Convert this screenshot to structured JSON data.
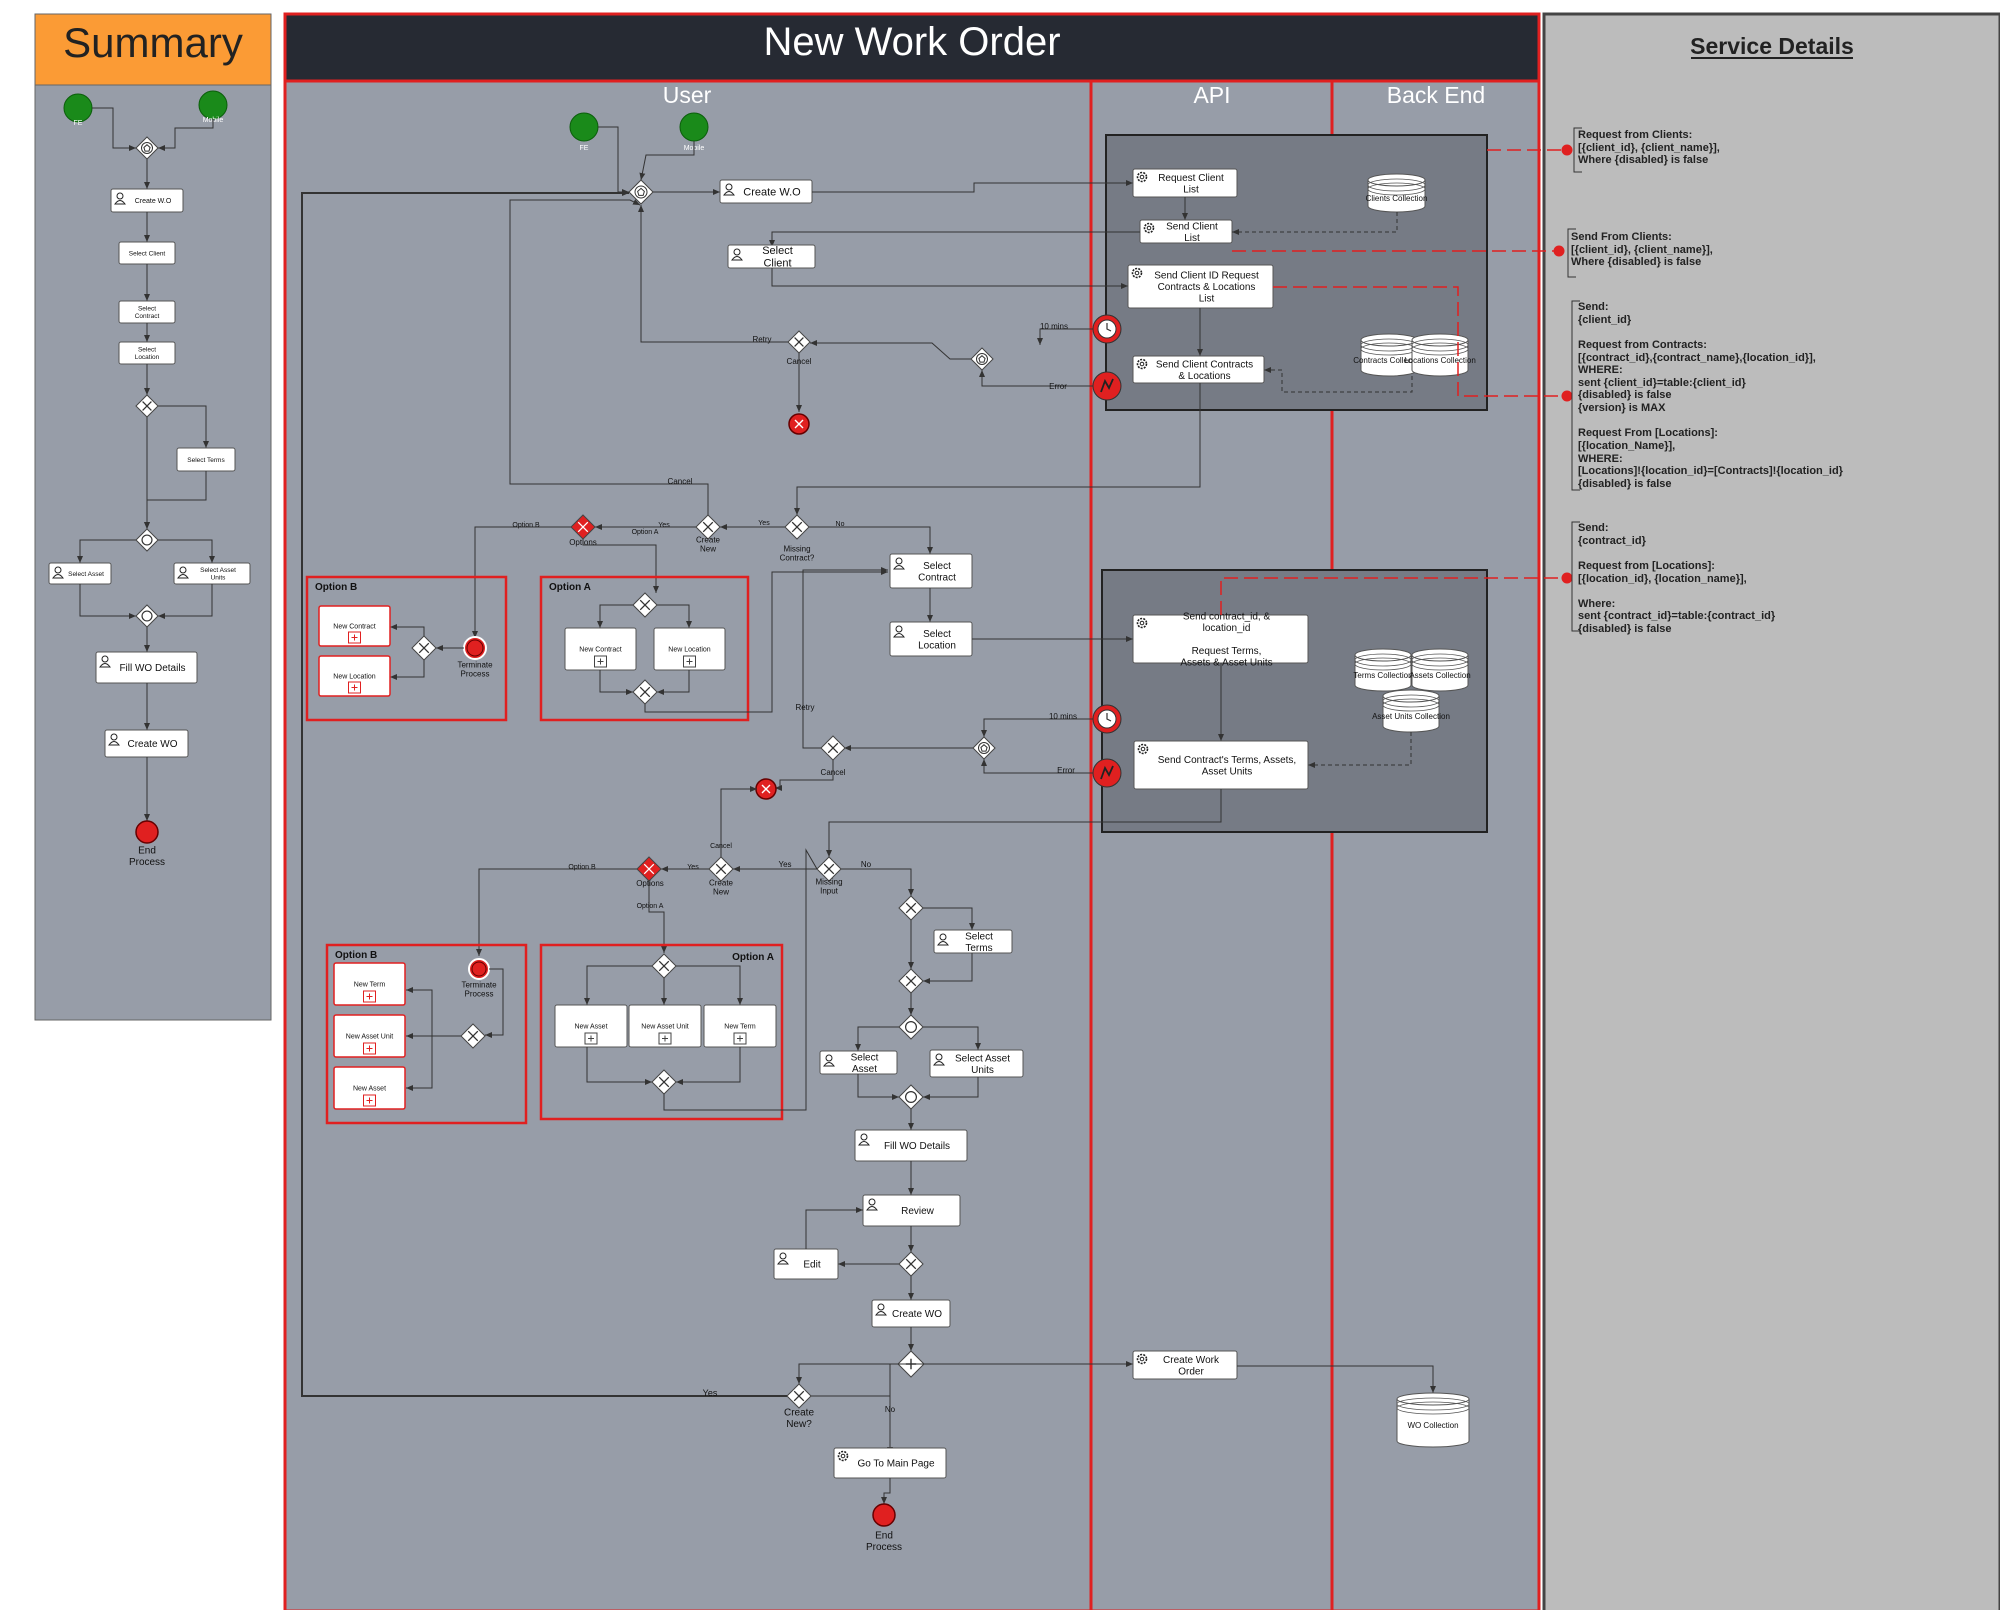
{
  "summary": {
    "title": "Summary",
    "starts": [
      "FE",
      "Mobile"
    ],
    "tasks": [
      "Create W.O",
      "Select Client",
      "Select Contract",
      "Select Location",
      "Select Terms",
      "Select Asset",
      "Select Asset Units",
      "Fill WO Details",
      "Create WO"
    ],
    "end": "End Process"
  },
  "main": {
    "title": "New Work Order",
    "lanes": [
      "User",
      "API",
      "Back End"
    ]
  },
  "user": {
    "starts": [
      "FE",
      "Mobile"
    ],
    "create_wo": "Create W.O",
    "select_client": "Select Client",
    "retry": "Retry",
    "cancel": "Cancel",
    "create_new": "Create New",
    "missing_contract": "Missing Contract?",
    "missing_input": "Missing Input",
    "options": "Options",
    "option_a": "Option A",
    "option_b": "Option B",
    "yes": "Yes",
    "no": "No",
    "terminate": "Terminate Process",
    "new_contract": "New Contract",
    "new_location": "New Location",
    "new_term": "New Term",
    "new_asset_unit": "New Asset Unit",
    "new_asset": "New Asset",
    "select_contract": "Select Contract",
    "select_location": "Select Location",
    "select_terms": "Select Terms",
    "select_asset": "Select Asset",
    "select_asset_units": "Select Asset Units",
    "fill_wo": "Fill WO Details",
    "review": "Review",
    "edit": "Edit",
    "create_wo2": "Create WO",
    "create_new_q": "Create New?",
    "go_main": "Go To Main Page",
    "end": "End Process"
  },
  "api": {
    "request_client": "Request Client List",
    "send_client": "Send Client List",
    "send_client_id": "Send Client ID Request Contracts & Locations List",
    "send_contracts": "Send Client Contracts & Locations",
    "send_contract_id": "Send contract_id, & location_id",
    "request_terms": "Request Terms, Assets & Asset Units",
    "send_terms": "Send Contract's Terms, Assets, Asset Units",
    "create_work_order": "Create Work Order",
    "ten_mins": "10 mins",
    "error": "Error"
  },
  "backend": {
    "clients": "Clients Collection",
    "contracts": "Contracts Collection",
    "locations": "Locations Collection",
    "terms": "Terms Collection",
    "assets": "Assets Collection",
    "asset_units": "Asset Units Collection",
    "wo": "WO Collection"
  },
  "service": {
    "title": "Service Details",
    "notes": [
      "Request from Clients:\n[{client_id}, {client_name}],\n Where {disabled} is false",
      "Send From Clients:\n[{client_id}, {client_name}],\n Where {disabled} is false",
      "Send:\n{client_id}\n\nRequest from Contracts:\n[{contract_id},{contract_name},{location_id}],\nWHERE:\nsent {client_id}=table:{client_id}\n{disabled} is false\n{version} is MAX\n\nRequest From [Locations]:\n[{location_Name}],\nWHERE:\n[Locations]!{location_id}=[Contracts]!{location_id}\n{disabled} is false",
      "Send:\n{contract_id}\n\nRequest from [Locations]:\n[{location_id}, {location_name}],\n\nWhere:\nsent {contract_id}=table:{contract_id}\n{disabled} is false"
    ]
  },
  "colors": {
    "lane": "#979da8",
    "header": "#262a33",
    "summary_header": "#fb9b35",
    "red": "#e02020",
    "green": "#1a8a1a",
    "service_bg": "#bcbcbc",
    "backend_box": "#767b85"
  }
}
